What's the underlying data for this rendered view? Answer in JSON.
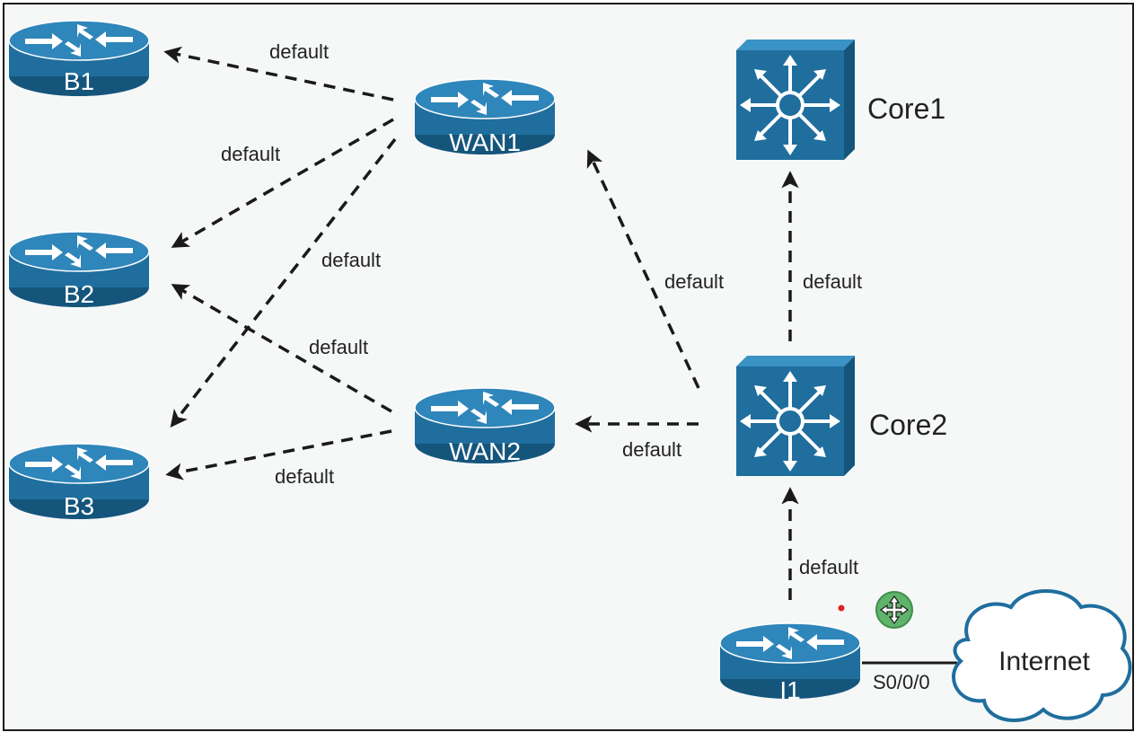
{
  "colors": {
    "device": "#1f6e9e",
    "device_light": "#2f86ba",
    "device_edge": "#15557c",
    "line": "#1a1a1a",
    "cloud_stroke": "#1f6e9e",
    "background": "#f6f8f8"
  },
  "devices": {
    "b1": {
      "label": "B1",
      "icon": "router-icon"
    },
    "b2": {
      "label": "B2",
      "icon": "router-icon"
    },
    "b3": {
      "label": "B3",
      "icon": "router-icon"
    },
    "wan1": {
      "label": "WAN1",
      "icon": "router-icon"
    },
    "wan2": {
      "label": "WAN2",
      "icon": "router-icon"
    },
    "i1": {
      "label": "I1",
      "icon": "router-icon"
    },
    "core1": {
      "label": "Core1",
      "icon": "multilayer-switch-icon"
    },
    "core2": {
      "label": "Core2",
      "icon": "multilayer-switch-icon"
    },
    "internet": {
      "label": "Internet",
      "icon": "cloud-icon"
    }
  },
  "links": {
    "wan1_b1": "default",
    "wan1_b2": "default",
    "wan1_b3": "default",
    "wan2_b2": "default",
    "wan2_b3": "default",
    "core2_wan1": "default",
    "core2_wan2": "default",
    "core2_core1": "default",
    "i1_core2": "default",
    "i1_internet": "S0/0/0"
  },
  "cursor": {
    "icon": "move-cursor-icon"
  }
}
